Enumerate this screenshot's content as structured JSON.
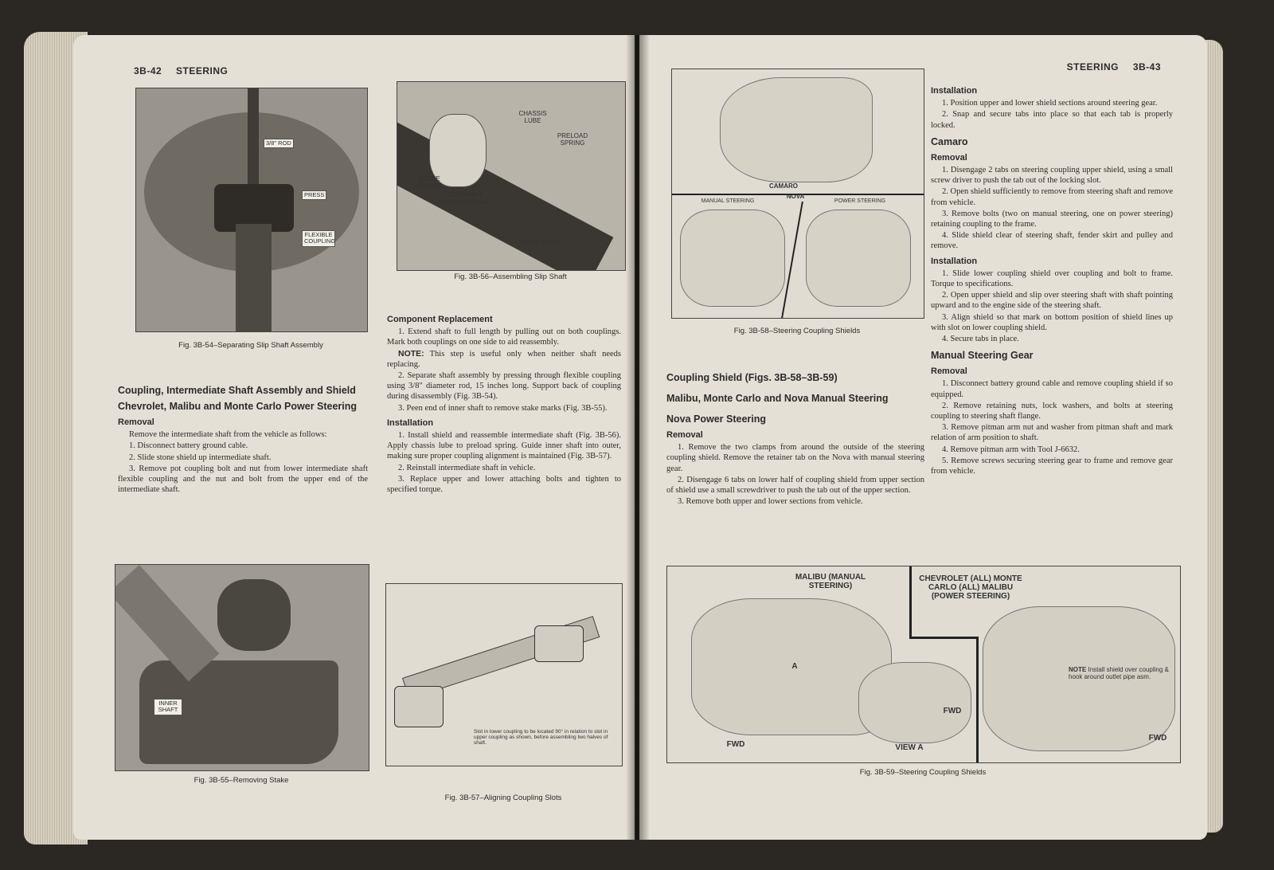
{
  "left_page": {
    "header": {
      "number": "3B-42",
      "section": "STEERING"
    },
    "fig54": {
      "caption": "Fig. 3B-54–Separating Slip Shaft Assembly",
      "callouts": [
        "3/8\" ROD",
        "PRESS",
        "FLEXIBLE COUPLING"
      ]
    },
    "fig55": {
      "caption": "Fig. 3B-55–Removing Stake",
      "callouts": [
        "INNER SHAFT"
      ]
    },
    "fig56": {
      "caption": "Fig. 3B-56–Assembling Slip Shaft",
      "callouts": [
        "CHASSIS LUBE",
        "PRELOAD SPRING",
        "STONE SHIELD",
        "SLIP SHAFT SEAL HOUSING",
        "INNER SHAFT"
      ]
    },
    "fig57": {
      "caption": "Fig. 3B-57–Aligning Coupling Slots",
      "note": "Slot in lower coupling to be located 90° in relation to slot in upper coupling as shown, before assembling two halves of shaft."
    },
    "col1": {
      "h_coupling": "Coupling, Intermediate Shaft Assembly and Shield",
      "h_chevrolet": "Chevrolet, Malibu and Monte Carlo Power Steering",
      "h_removal": "Removal",
      "removal_lead": "Remove the intermediate shaft from the vehicle as follows:",
      "removal_steps": [
        "1. Disconnect battery ground cable.",
        "2. Slide stone shield up intermediate shaft.",
        "3. Remove pot coupling bolt and nut from lower intermediate shaft flexible coupling and the nut and bolt from the upper end of the intermediate shaft."
      ]
    },
    "col2": {
      "h_component": "Component Replacement",
      "component_steps": [
        "1. Extend shaft to full length by pulling out on both couplings. Mark both couplings on one side to aid reassembly."
      ],
      "note_label": "NOTE:",
      "note_text": "This step is useful only when neither shaft needs replacing.",
      "component_steps2": [
        "2. Separate shaft assembly by pressing through flexible coupling using 3/8\" diameter rod, 15 inches long. Support back of coupling during disassembly (Fig. 3B-54).",
        "3. Peen end of inner shaft to remove stake marks (Fig. 3B-55)."
      ],
      "h_installation": "Installation",
      "installation_steps": [
        "1. Install shield and reassemble intermediate shaft (Fig. 3B-56). Apply chassis lube to preload spring. Guide inner shaft into outer, making sure proper coupling alignment is maintained (Fig. 3B-57).",
        "2. Reinstall intermediate shaft in vehicle.",
        "3. Replace upper and lower attaching bolts and tighten to specified torque."
      ]
    }
  },
  "right_page": {
    "header": {
      "number": "3B-43",
      "section": "STEERING"
    },
    "fig58": {
      "caption": "Fig. 3B-58–Steering Coupling Shields",
      "labels": [
        "CAMARO",
        "MANUAL STEERING",
        "NOVA",
        "POWER STEERING"
      ]
    },
    "fig59": {
      "caption": "Fig. 3B-59–Steering Coupling Shields",
      "label_malibu": "MALIBU (MANUAL STEERING)",
      "label_chevrolet": "CHEVROLET (ALL) MONTE CARLO (ALL) MALIBU (POWER STEERING)",
      "label_note_head": "NOTE",
      "label_note": "Install shield over coupling & hook around outlet pipe asm.",
      "label_view": "VIEW A",
      "label_fwd": "FWD",
      "label_a": "A"
    },
    "col3": {
      "h_coupling_shield": "Coupling Shield (Figs. 3B-58–3B-59)",
      "h_malibu": "Malibu, Monte Carlo and Nova Manual Steering",
      "h_nova": "Nova Power Steering",
      "h_removal": "Removal",
      "removal_steps": [
        "1. Remove the two clamps from around the outside of the steering coupling shield. Remove the retainer tab on the Nova with manual steering gear.",
        "2. Disengage 6 tabs on lower half of coupling shield from upper section of shield use a small screwdriver to push the tab out of the upper section.",
        "3. Remove both upper and lower sections from vehicle."
      ]
    },
    "col4": {
      "h_installation": "Installation",
      "installation_steps": [
        "1. Position upper and lower shield sections around steering gear.",
        "2. Snap and secure tabs into place so that each tab is properly locked."
      ],
      "h_camaro": "Camaro",
      "h_removal": "Removal",
      "camaro_removal_steps": [
        "1. Disengage 2 tabs on steering coupling upper shield, using a small screw driver to push the tab out of the locking slot.",
        "2. Open shield sufficiently to remove from steering shaft and remove from vehicle.",
        "3. Remove bolts (two on manual steering, one on power steering) retaining coupling to the frame.",
        "4. Slide shield clear of steering shaft, fender skirt and pulley and remove."
      ],
      "h_installation2": "Installation",
      "camaro_installation_steps": [
        "1. Slide lower coupling shield over coupling and bolt to frame. Torque to specifications.",
        "2. Open upper shield and slip over steering shaft with shaft pointing upward and to the engine side of the steering shaft.",
        "3. Align shield so that mark on bottom position of shield lines up with slot on lower coupling shield.",
        "4. Secure tabs in place."
      ],
      "h_manual_gear": "Manual Steering Gear",
      "h_removal2": "Removal",
      "gear_removal_steps": [
        "1. Disconnect battery ground cable and remove coupling shield if so equipped.",
        "2. Remove retaining nuts, lock washers, and bolts at steering coupling to steering shaft flange.",
        "3. Remove pitman arm nut and washer from pitman shaft and mark relation of arm position to shaft.",
        "4. Remove pitman arm with Tool J-6632.",
        "5. Remove screws securing steering gear to frame and remove gear from vehicle."
      ]
    }
  }
}
